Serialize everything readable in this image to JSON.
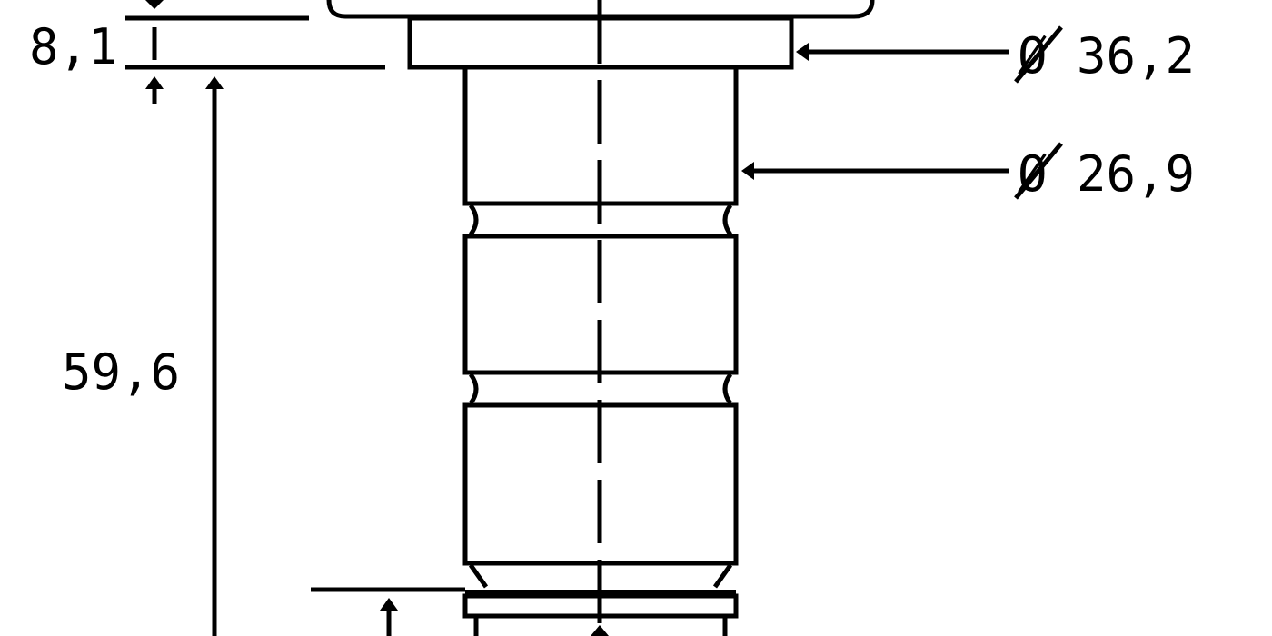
{
  "drawing": {
    "dimensions": {
      "flange_height": "8,1",
      "flange_diameter": "Ø 36,2",
      "body_diameter": "Ø 26,9",
      "overall_height": "59,6"
    },
    "colors": {
      "line": "#000000",
      "background": "#ffffff"
    }
  }
}
